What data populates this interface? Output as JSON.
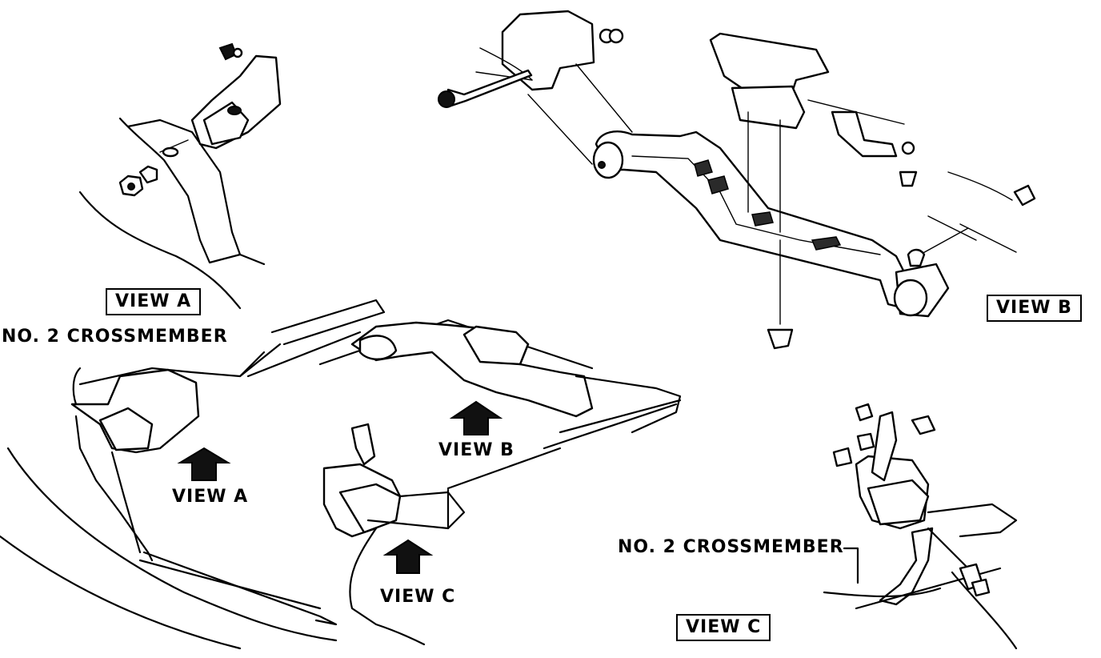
{
  "labels": {
    "view_a_box": "VIEW A",
    "crossmember_left": "NO. 2 CROSSMEMBER",
    "view_b_box": "VIEW B",
    "view_c_box": "VIEW C",
    "crossmember_right": "NO. 2 CROSSMEMBER",
    "arrow_view_a": "VIEW A",
    "arrow_view_b": "VIEW B",
    "arrow_view_c": "VIEW C"
  }
}
